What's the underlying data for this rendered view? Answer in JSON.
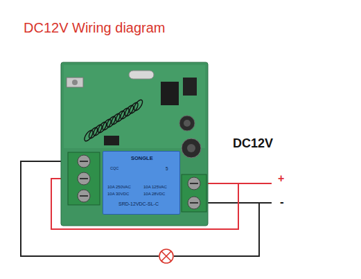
{
  "diagram": {
    "title": "DC12V Wiring diagram",
    "nodes": [
      {
        "text": [
          "SONGLE",
          "CQC",
          "5",
          "10A 250VAC",
          "10A 125VAC",
          "10A 30VDC",
          "10A 28VDC",
          "SRD-12VDC-SL-C"
        ]
      }
    ],
    "labels": [
      "DC12V",
      "+",
      "-"
    ]
  }
}
